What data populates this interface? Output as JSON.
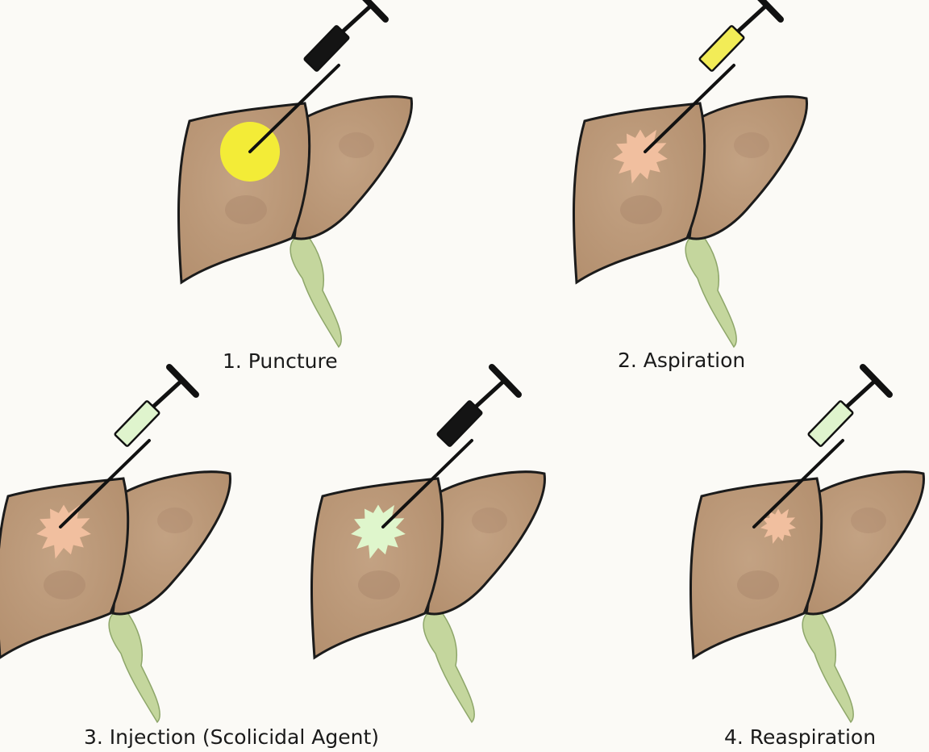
{
  "steps": [
    {
      "caption": "1. Puncture"
    },
    {
      "caption": "2. Aspiration"
    },
    {
      "caption": "3. Injection (Scolicidal Agent)"
    },
    {
      "caption": "4. Reaspiration"
    }
  ],
  "panels": [
    {
      "step": 1,
      "lesion": "round-cyst",
      "lesion_color": "#f3ec37",
      "syringe_color": "#141414"
    },
    {
      "step": 2,
      "lesion": "star",
      "lesion_color": "#f1bf9f",
      "syringe_color": "#f2ec57"
    },
    {
      "step": 3,
      "lesion": "star",
      "lesion_color": "#f1bf9f",
      "syringe_color": "#dff4cd"
    },
    {
      "step": 3,
      "lesion": "star",
      "lesion_color": "#dff6cc",
      "syringe_color": "#141414"
    },
    {
      "step": 4,
      "lesion": "star",
      "lesion_color": "#f1bf9f",
      "syringe_color": "#dff4cd"
    }
  ],
  "colors": {
    "background": "#fbfaf6",
    "liver": "#b38f6e",
    "liver_outline": "#1b1b1b",
    "vessel": "#c4d69d"
  }
}
